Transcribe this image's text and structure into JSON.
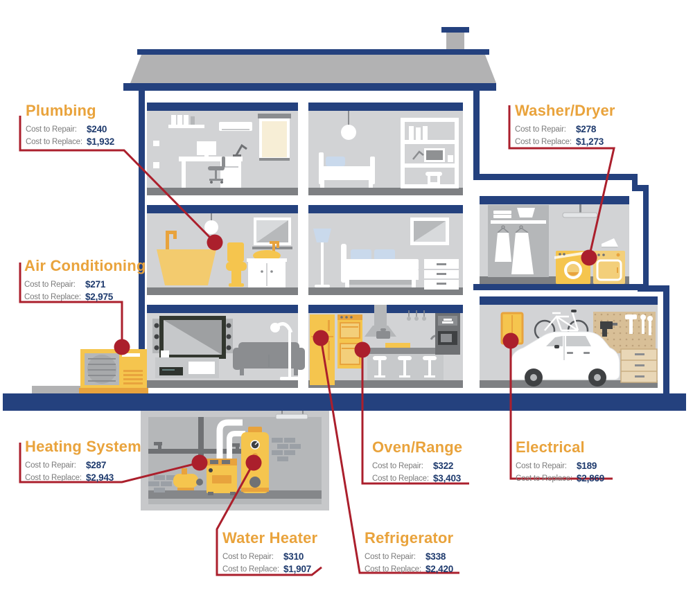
{
  "colors": {
    "structure_navy": "#24417E",
    "title_orange": "#E9A33C",
    "cost_label_gray": "#7B7B7B",
    "cost_value_navy": "#1E3A6D",
    "leader_line_red": "#AB1F2C",
    "appliance_yellow": "#F5C54E"
  },
  "callouts": [
    {
      "id": "plumbing",
      "title": "Plumbing",
      "repair_label": "Cost to Repair:",
      "repair_value": "$240",
      "replace_label": "Cost to Replace:",
      "replace_value": "$1,932"
    },
    {
      "id": "air-conditioning",
      "title": "Air Conditioning",
      "repair_label": "Cost to Repair:",
      "repair_value": "$271",
      "replace_label": "Cost to Replace:",
      "replace_value": "$2,975"
    },
    {
      "id": "washer-dryer",
      "title": "Washer/Dryer",
      "repair_label": "Cost to Repair:",
      "repair_value": "$278",
      "replace_label": "Cost to Replace:",
      "replace_value": "$1,273"
    },
    {
      "id": "heating-system",
      "title": "Heating System",
      "repair_label": "Cost to Repair:",
      "repair_value": "$287",
      "replace_label": "Cost to Replace:",
      "replace_value": "$2,943"
    },
    {
      "id": "oven-range",
      "title": "Oven/Range",
      "repair_label": "Cost to Repair:",
      "repair_value": "$322",
      "replace_label": "Cost to Replace:",
      "replace_value": "$3,403"
    },
    {
      "id": "electrical",
      "title": "Electrical",
      "repair_label": "Cost to Repair:",
      "repair_value": "$189",
      "replace_label": "Cost to Replace:",
      "replace_value": "$2,869"
    },
    {
      "id": "water-heater",
      "title": "Water Heater",
      "repair_label": "Cost to Repair:",
      "repair_value": "$310",
      "replace_label": "Cost to Replace:",
      "replace_value": "$1,907"
    },
    {
      "id": "refrigerator",
      "title": "Refrigerator",
      "repair_label": "Cost to Repair:",
      "repair_value": "$338",
      "replace_label": "Cost to Replace:",
      "replace_value": "$2,420"
    }
  ]
}
